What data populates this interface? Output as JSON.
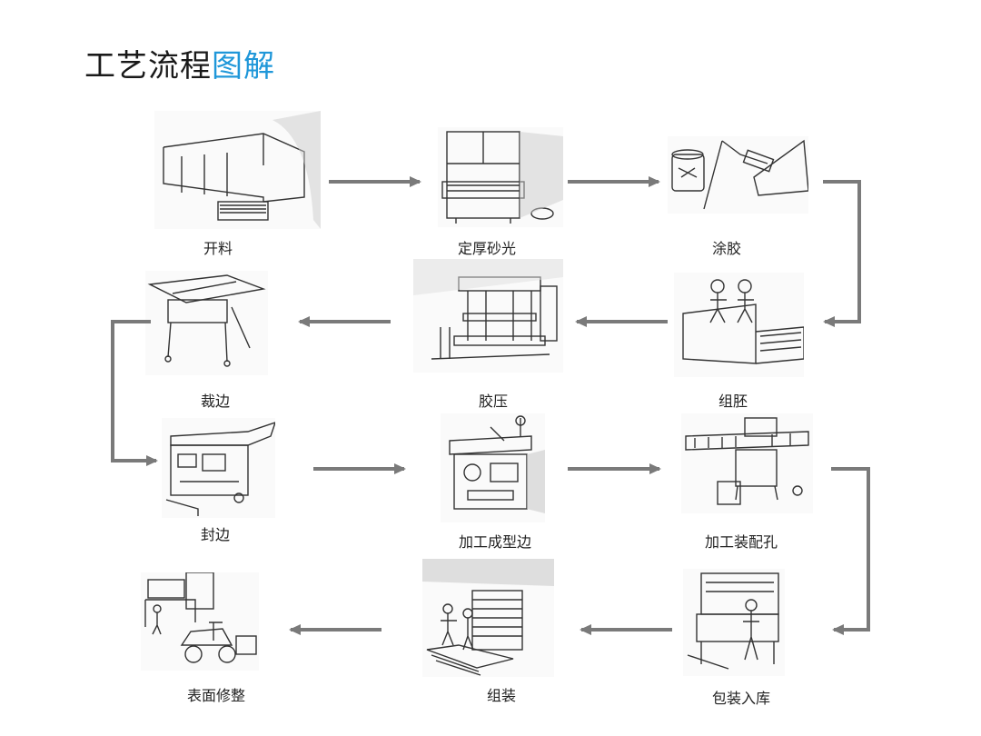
{
  "title": {
    "main": "工艺流程",
    "highlight": "图解"
  },
  "colors": {
    "accent": "#1f97d9",
    "arrow": "#7a7a7a",
    "text": "#1a1a1a"
  },
  "steps": [
    {
      "id": "cutting",
      "label": "开料",
      "icon": "panel-saw-icon"
    },
    {
      "id": "sanding",
      "label": "定厚砂光",
      "icon": "wide-belt-sander-icon"
    },
    {
      "id": "gluing",
      "label": "涂胶",
      "icon": "glue-roller-icon"
    },
    {
      "id": "assembly-blank",
      "label": "组胚",
      "icon": "workers-stacking-icon"
    },
    {
      "id": "pressing",
      "label": "胶压",
      "icon": "hydraulic-press-icon"
    },
    {
      "id": "trimming",
      "label": "裁边",
      "icon": "table-saw-icon"
    },
    {
      "id": "edge-banding",
      "label": "封边",
      "icon": "edge-bander-icon"
    },
    {
      "id": "shaping",
      "label": "加工成型边",
      "icon": "spindle-moulder-icon"
    },
    {
      "id": "drilling",
      "label": "加工装配孔",
      "icon": "boring-machine-icon"
    },
    {
      "id": "packing",
      "label": "包装入库",
      "icon": "packing-machine-icon"
    },
    {
      "id": "assembly",
      "label": "组装",
      "icon": "workshop-assembly-icon"
    },
    {
      "id": "finishing",
      "label": "表面修整",
      "icon": "forklift-finishing-icon"
    }
  ]
}
